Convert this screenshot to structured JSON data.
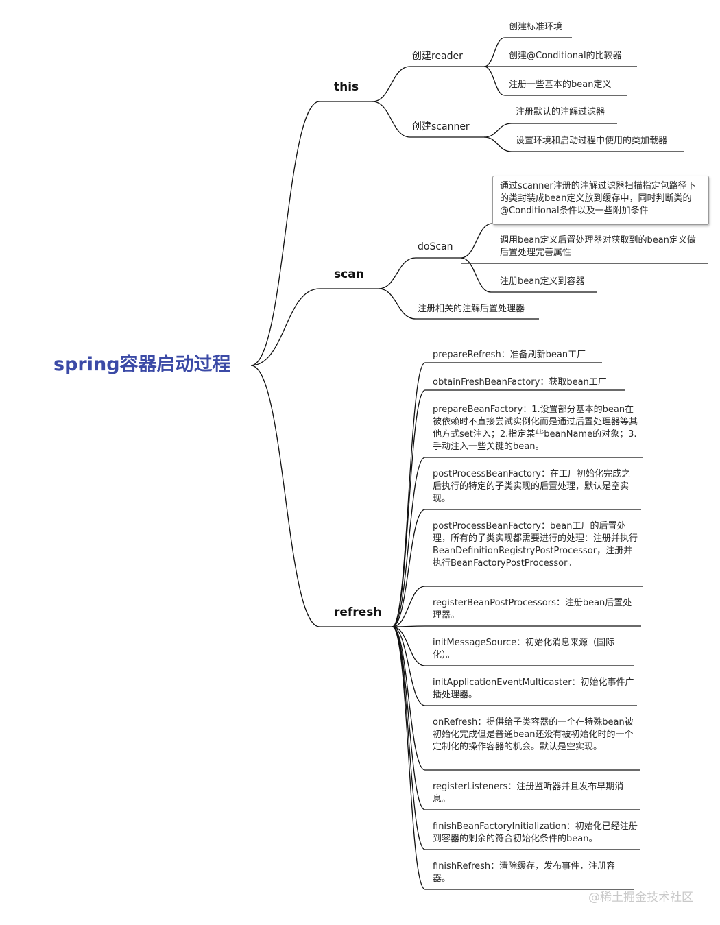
{
  "root": "spring容器启动过程",
  "branches": {
    "this": {
      "label": "this",
      "reader": {
        "label": "创建reader",
        "items": [
          "创建标准环境",
          "创建@Conditional的比较器",
          "注册一些基本的bean定义"
        ]
      },
      "scanner": {
        "label": "创建scanner",
        "items": [
          "注册默认的注解过滤器",
          "设置环境和启动过程中使用的类加载器"
        ]
      }
    },
    "scan": {
      "label": "scan",
      "doscan": {
        "label": "doScan",
        "items": [
          "通过scanner注册的注解过滤器扫描指定包路径下的类封装成bean定义放到缓存中，同时判断类的@Conditional条件以及一些附加条件",
          "调用bean定义后置处理器对获取到的bean定义做后置处理完善属性",
          "注册bean定义到容器"
        ]
      },
      "post_processors": "注册相关的注解后置处理器"
    },
    "refresh": {
      "label": "refresh",
      "items": [
        "prepareRefresh：准备刷新bean工厂",
        "obtainFreshBeanFactory：获取bean工厂",
        "prepareBeanFactory：1.设置部分基本的bean在被依赖时不直接尝试实例化而是通过后置处理器等其他方式set注入；2.指定某些beanName的对象；3.手动注入一些关键的bean。",
        "postProcessBeanFactory：在工厂初始化完成之后执行的特定的子类实现的后置处理，默认是空实现。",
        "postProcessBeanFactory：bean工厂的后置处理，所有的子类实现都需要进行的处理：注册并执行BeanDefinitionRegistryPostProcessor，注册并执行BeanFactoryPostProcessor。",
        "registerBeanPostProcessors：注册bean后置处理器。",
        "initMessageSource：初始化消息来源（国际化）。",
        "initApplicationEventMulticaster：初始化事件广播处理器。",
        "onRefresh：提供给子类容器的一个在特殊bean被初始化完成但是普通bean还没有被初始化时的一个定制化的操作容器的机会。默认是空实现。",
        "registerListeners：注册监听器并且发布早期消息。",
        "finishBeanFactoryInitialization：初始化已经注册到容器的剩余的符合初始化条件的bean。",
        "finishRefresh：清除缓存，发布事件，注册容器。"
      ]
    }
  },
  "watermark": "@稀土掘金技术社区",
  "colors": {
    "root": "#3b4aa6",
    "line": "#111111"
  }
}
